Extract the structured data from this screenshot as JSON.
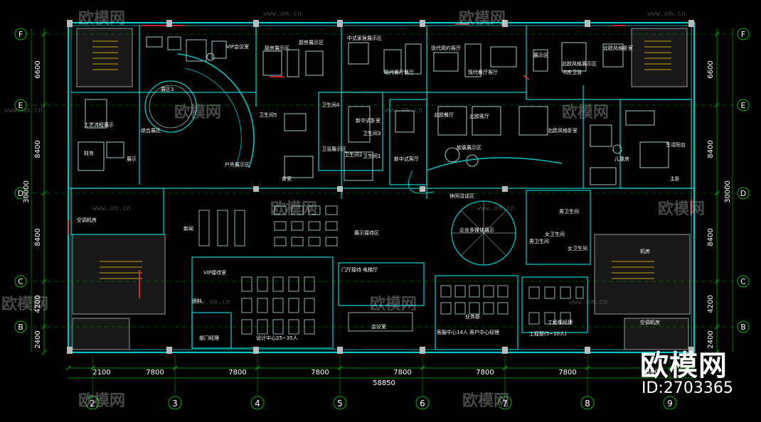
{
  "colors": {
    "background": "#000000",
    "wall": "#00c8c8",
    "furniture": "#c8ffff",
    "axis": "#00b400",
    "text": "#ffffff",
    "accent_red": "#ff3030",
    "accent_yellow": "#ffd000",
    "hatch": "#8a8a8a"
  },
  "grid_rows": [
    "F",
    "E",
    "D",
    "C",
    "B"
  ],
  "grid_cols": [
    "2",
    "3",
    "4",
    "5",
    "6",
    "7",
    "8",
    "9"
  ],
  "dimensions": {
    "bottom_segments": [
      "2100",
      "7800",
      "7800",
      "7800",
      "7800",
      "7800",
      "7800",
      "7800"
    ],
    "total_width": "58850",
    "left_segments": [
      "6600",
      "8400",
      "8400",
      "4200",
      "2400"
    ],
    "total_height": "30000"
  },
  "rooms": [
    "展区3",
    "VIP会议室",
    "厨房展示区",
    "厨房展示区",
    "中式家居展示区",
    "现代餐厅餐厅",
    "现代简约客厅",
    "现代餐厅客厅",
    "展示区",
    "北欧风格展示区",
    "书房卫浴",
    "北欧风格卧室",
    "工艺流程展示",
    "综合展区",
    "财务",
    "展示",
    "卫生间5",
    "卫生间4",
    "卫生间3",
    "卫生间2",
    "卫生间1",
    "卫浴展示区",
    "茶室",
    "户外展示区",
    "新中式卧室",
    "新中式客厅",
    "北欧客厅",
    "北欧餐厅",
    "儿童房",
    "生活阳台",
    "主卧",
    "空调机房",
    "新闻",
    "资料",
    "VIP接待室",
    "设计中心25~35人",
    "部门经理",
    "会议室",
    "门厅接待",
    "电梯厅",
    "客服中心14人",
    "客户中心经理",
    "业务部",
    "工程部经理",
    "工程部(5~10人)",
    "男卫生间",
    "女卫生间",
    "男卫生间",
    "女卫生间",
    "空调机房",
    "机房",
    "企业多媒体展示",
    "休闲洽谈区",
    "展示接待区",
    "软装展示区",
    "北欧风格卧室"
  ],
  "watermark": {
    "brand": "欧模网",
    "url": "www.om.cn",
    "id": "ID:2703365"
  }
}
